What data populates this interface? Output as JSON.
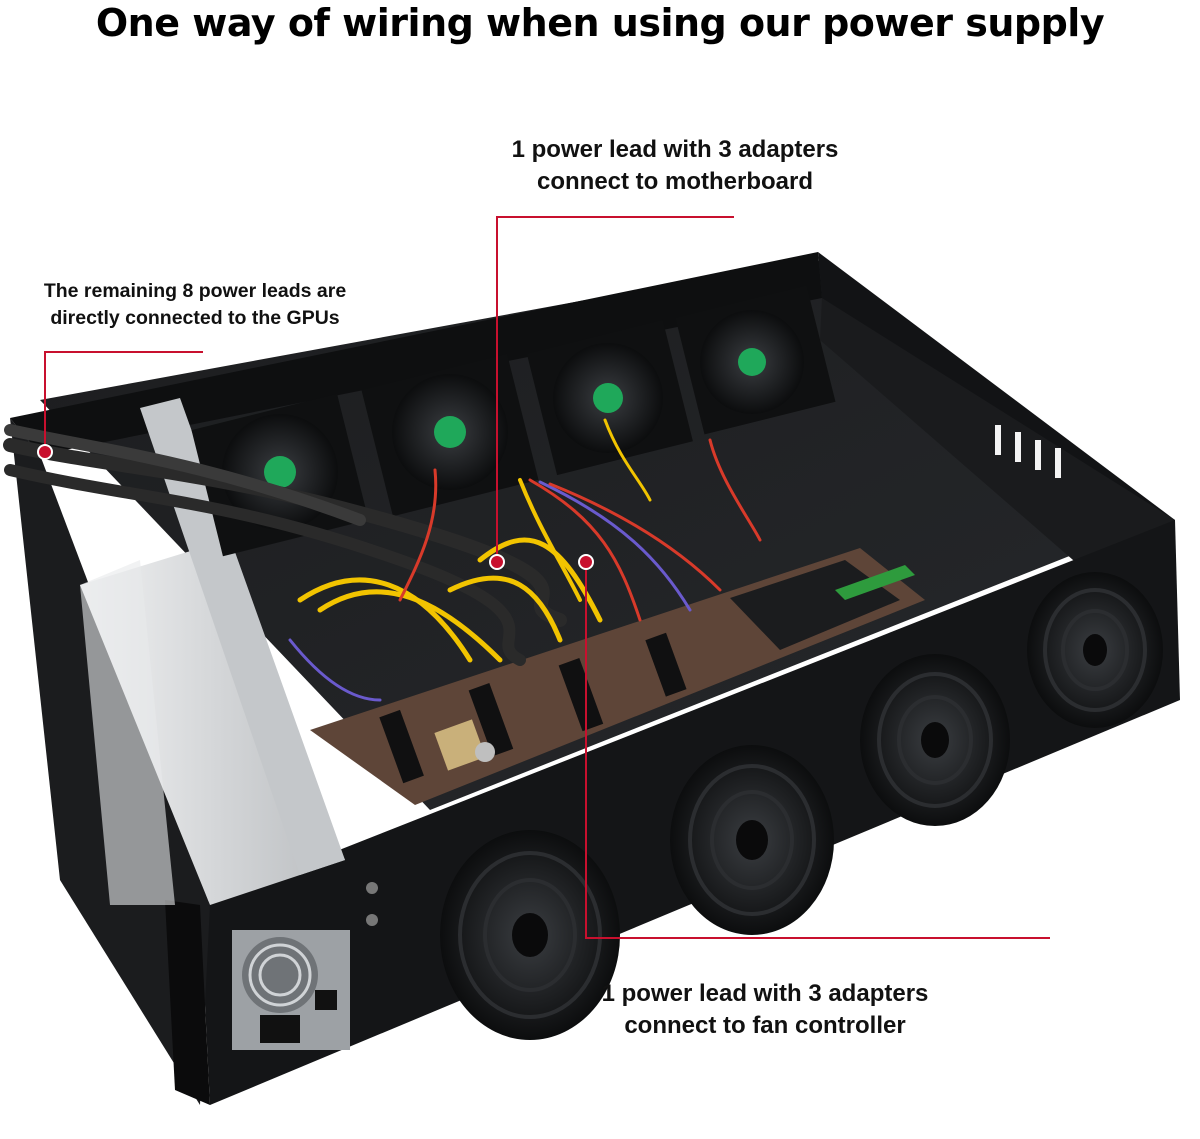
{
  "title": "One way of wiring when using our power supply",
  "callouts": {
    "motherboard": {
      "line1": "1 power lead with 3 adapters",
      "line2": "connect to motherboard"
    },
    "gpus": {
      "line1": "The remaining 8 power leads are",
      "line2": "directly connected to the GPUs"
    },
    "fan_controller": {
      "line1": "1 power lead with 3 adapters",
      "line2": "connect to fan controller"
    }
  },
  "colors": {
    "leader_line": "#c8102e",
    "chassis": "#17181a",
    "chassis_inner": "#2a2c2f",
    "psu_silver": "#d9dbdd",
    "pcb": "#6b4f3f",
    "fan_sticker": "#1fa85a",
    "cable_yellow": "#f2c400",
    "cable_red": "#d83a2a"
  }
}
